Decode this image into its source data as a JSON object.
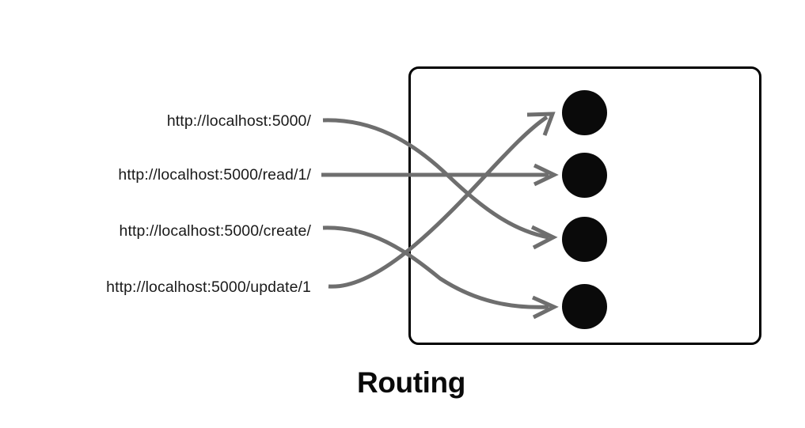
{
  "diagram": {
    "caption": "Routing",
    "stroke_color": "#6e6e6e",
    "box_color": "#000000",
    "dot_color": "#0a0a0a",
    "background": "#ffffff"
  },
  "requests": [
    {
      "url": "http://localhost:5000/"
    },
    {
      "url": "http://localhost:5000/read/1/"
    },
    {
      "url": "http://localhost:5000/create/"
    },
    {
      "url": "http://localhost:5000/update/1"
    }
  ],
  "endpoints": [
    {
      "index": 1
    },
    {
      "index": 2
    },
    {
      "index": 3
    },
    {
      "index": 4
    }
  ],
  "routes": [
    {
      "from_request": 0,
      "to_endpoint": 2,
      "shape": "curve-down"
    },
    {
      "from_request": 1,
      "to_endpoint": 1,
      "shape": "straight"
    },
    {
      "from_request": 2,
      "to_endpoint": 3,
      "shape": "curve-down"
    },
    {
      "from_request": 3,
      "to_endpoint": 0,
      "shape": "curve-up"
    }
  ]
}
